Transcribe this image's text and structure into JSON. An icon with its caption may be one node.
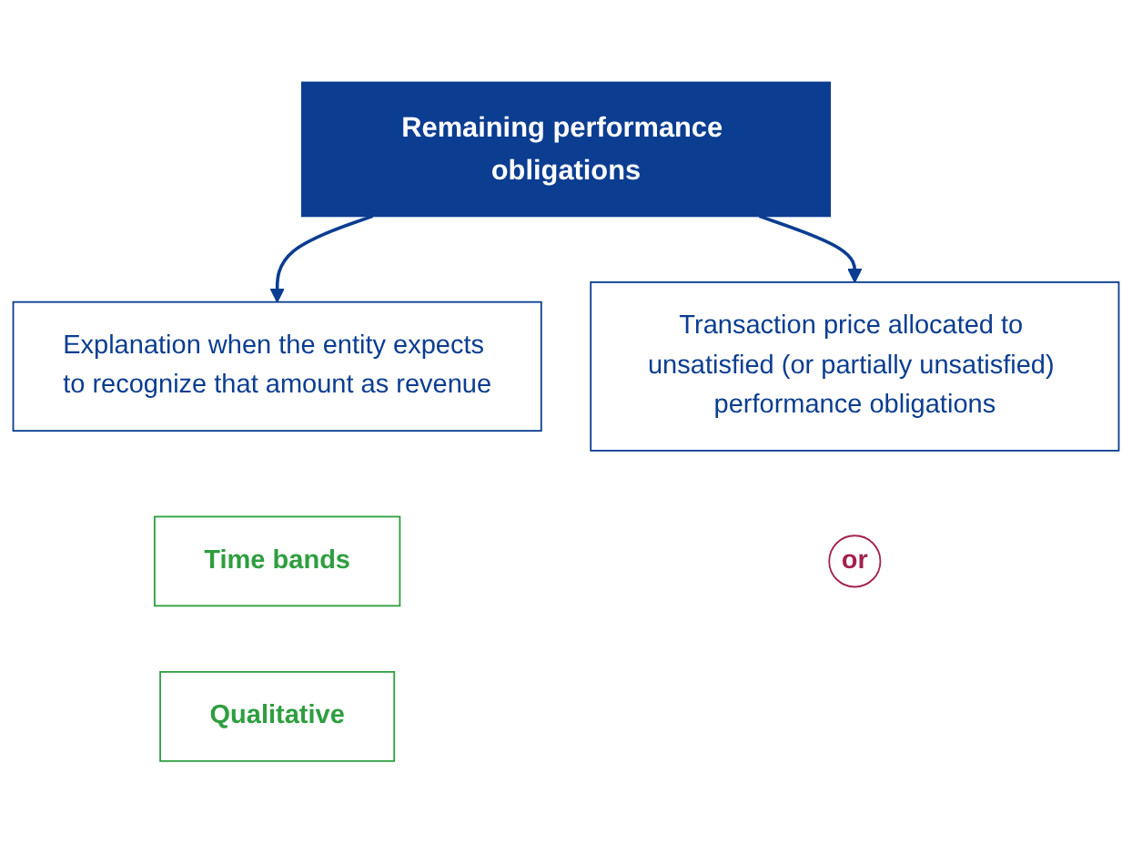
{
  "diagram": {
    "nodes": [
      {
        "text": [
          "Remaining performance obligations"
        ]
      },
      {
        "text": [
          "Transaction price allocated to unsatisfied (or partially unsatisfied) performance obligations"
        ]
      },
      {
        "text": [
          "Explanation when the entity expects to recognize that amount as revenue"
        ]
      },
      {
        "text": [
          "Time bands"
        ]
      },
      {
        "text": [
          "Qualitative"
        ]
      },
      {
        "text": [
          "or"
        ]
      }
    ],
    "edges": [
      {
        "from": 0,
        "to": 1,
        "arrow": "to"
      },
      {
        "from": 0,
        "to": 2,
        "arrow": "to"
      }
    ]
  }
}
